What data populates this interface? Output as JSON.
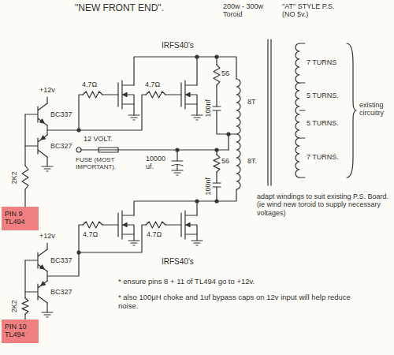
{
  "diagram": {
    "title": "\"NEW FRONT END\".",
    "nodes": [
      {
        "text": [
          "PIN 9 TL494"
        ]
      },
      {
        "text": [
          "PIN 10 TL494"
        ]
      }
    ],
    "labels": [
      "IRFS40's",
      "200w - 300w Toroid",
      "\"AT\" STYLE P.S. (NO 5v.)",
      "7 TURNS",
      "5 TURNS.",
      "5 TURNS.",
      "7 TURNS.",
      "existing circuitry",
      "+12v",
      "BC337",
      "BC327",
      "2K2",
      "4.7Ω",
      "4.7Ω",
      "56",
      "8T",
      "100nf",
      "12 VOLT.",
      "FUSE (MOST IMPORTANT).",
      "10000 uf.",
      "56",
      "8T.",
      "100nf",
      "adapt windings to suit existing P.S. Board. (ie wind new toroid to supply necessary voltages)",
      "+12v",
      "BC337",
      "BC327",
      "2K2",
      "4.7Ω",
      "4.7Ω",
      "IRFS40's",
      "* ensure pins 8 + 11 of TL494 go to +12v.",
      "* also 100μH choke and 1uf bypass caps on 12v input will help reduce noise."
    ]
  }
}
